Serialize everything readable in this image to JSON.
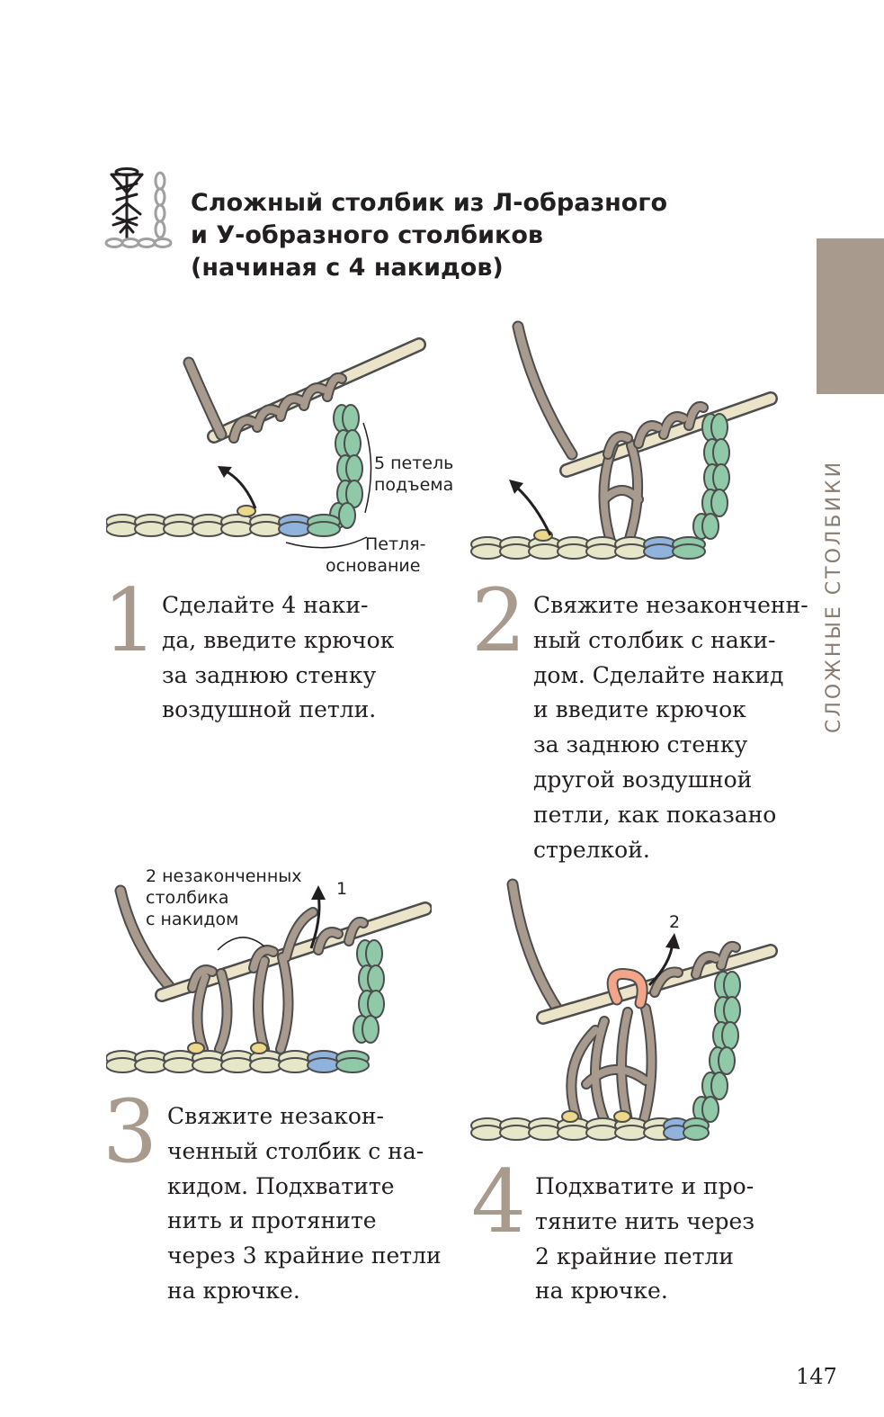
{
  "title": {
    "lines": [
      "Сложный столбик из Л-образного",
      "и У-образного столбиков",
      "(начиная с 4 накидов)"
    ]
  },
  "section_label": "СЛОЖНЫЕ СТОЛБИКИ",
  "steps": [
    {
      "number": "1",
      "lines": [
        "Сделайте 4 наки-",
        "да, введите крючок",
        "за заднюю стенку",
        "воздушной петли."
      ],
      "labels": [
        "5 петель",
        "подъема",
        "Петля-",
        "основание"
      ]
    },
    {
      "number": "2",
      "lines": [
        "Свяжите незаконченн-",
        "ный столбик с наки-",
        "дом. Сделайте накид",
        "и введите крючок",
        "за заднюю стенку",
        "другой воздушной",
        "петли, как показано",
        "стрелкой."
      ],
      "labels": []
    },
    {
      "number": "3",
      "lines": [
        "Свяжите незакон-",
        "ченный столбик с на-",
        "кидом. Подхватите",
        "нить и протяните",
        "через 3 крайние петли",
        "на крючке."
      ],
      "labels": [
        "2 незаконченных",
        "столбика",
        "с накидом",
        "1"
      ]
    },
    {
      "number": "4",
      "lines": [
        "Подхватите и про-",
        "тяните нить через",
        "2 крайние петли",
        "на крючке."
      ],
      "labels": [
        "2"
      ]
    }
  ],
  "page_number": "147",
  "colors": {
    "accent": "#a89a8d",
    "yarn": "#a89a8d",
    "chain_green": "#8fc9a8",
    "chain_cream": "#e6e6c8",
    "chain_blue": "#8fb3dd",
    "base_yellow": "#ecd88a",
    "loop_pink": "#f3a58a",
    "hook": "#ece4c9"
  }
}
